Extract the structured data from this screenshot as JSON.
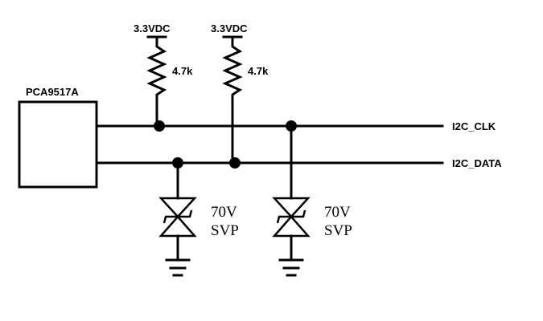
{
  "ic": {
    "label": "PCA9517A"
  },
  "supply": [
    {
      "label": "3.3VDC"
    },
    {
      "label": "3.3VDC"
    }
  ],
  "resistors": [
    {
      "value": "4.7k"
    },
    {
      "value": "4.7k"
    }
  ],
  "nets": {
    "clk": "I2C_CLK",
    "data": "I2C_DATA"
  },
  "tvs": [
    {
      "voltage": "70V",
      "type": "SVP"
    },
    {
      "voltage": "70V",
      "type": "SVP"
    }
  ]
}
